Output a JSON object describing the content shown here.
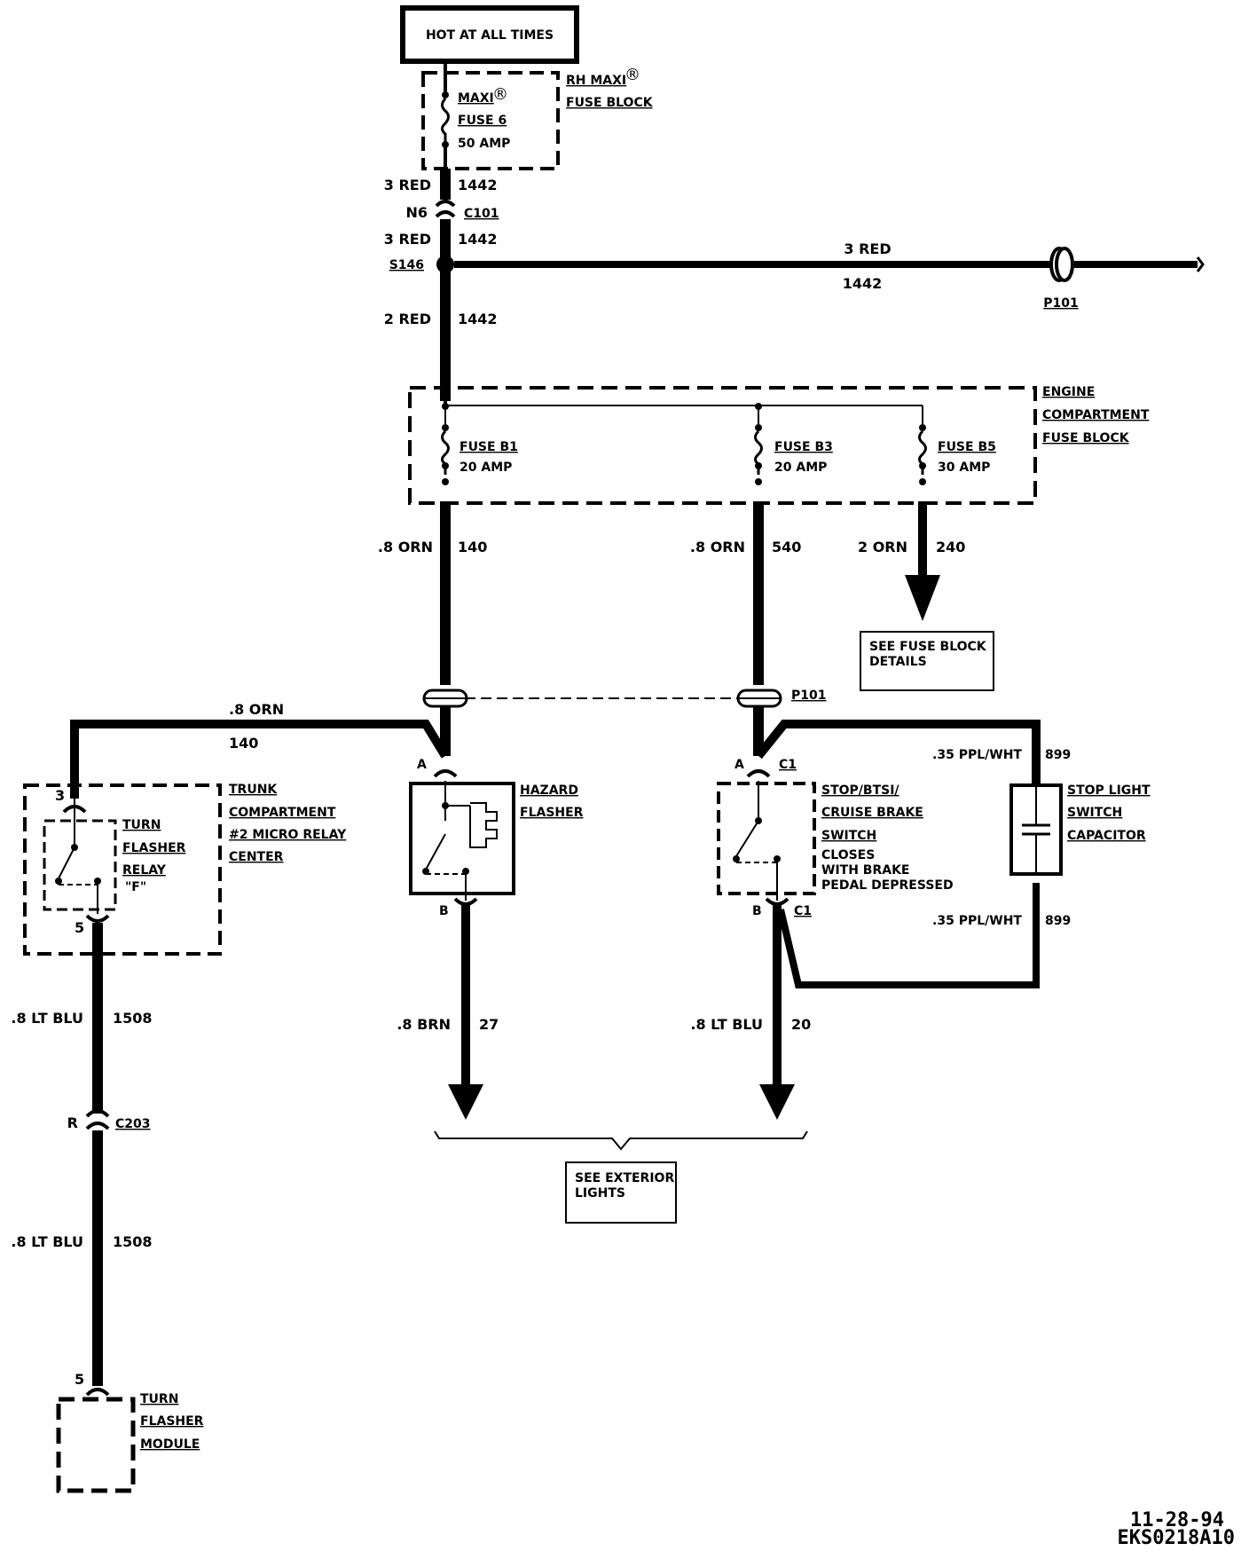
{
  "power": {
    "hot_label": "HOT AT ALL TIMES"
  },
  "maxi_fuse": {
    "maxi_text": "MAXI",
    "reg_mark": "®",
    "fuse_name": "FUSE 6",
    "rating": "50 AMP",
    "block_line1": "RH MAXI",
    "block_line2": "FUSE BLOCK"
  },
  "main_feed": {
    "wire_upper": "3 RED",
    "circuit_upper": "1442",
    "connector_pin": "N6",
    "connector": "C101",
    "wire_mid": "3 RED",
    "circuit_mid": "1442",
    "splice": "S146",
    "wire_lower": "2 RED",
    "circuit_lower": "1442"
  },
  "branch_right": {
    "wire": "3 RED",
    "circuit": "1442",
    "connector": "P101"
  },
  "engine_fuse_block": {
    "title": [
      "ENGINE",
      "COMPARTMENT",
      "FUSE BLOCK"
    ],
    "fuses": [
      {
        "name": "FUSE B1",
        "rating": "20 AMP"
      },
      {
        "name": "FUSE B3",
        "rating": "20 AMP"
      },
      {
        "name": "FUSE B5",
        "rating": "30 AMP"
      }
    ]
  },
  "outputs": [
    {
      "wire": ".8 ORN",
      "circuit": "140"
    },
    {
      "wire": ".8 ORN",
      "circuit": "540"
    },
    {
      "wire": "2 ORN",
      "circuit": "240"
    }
  ],
  "fuse_block_details": [
    "SEE FUSE BLOCK",
    "DETAILS"
  ],
  "p101_label": "P101",
  "trunk_feed": {
    "wire": ".8 ORN",
    "circuit": "140"
  },
  "hazard_flasher": {
    "title": [
      "HAZARD",
      "FLASHER"
    ],
    "pin_a": "A",
    "pin_b": "B"
  },
  "stop_switch": {
    "title": [
      "STOP/BTSI/",
      "CRUISE BRAKE",
      "SWITCH"
    ],
    "note": [
      "CLOSES",
      "WITH BRAKE",
      "PEDAL DEPRESSED"
    ],
    "pin_a": "A",
    "pin_b": "B",
    "conn_top": "C1",
    "conn_bottom": "C1"
  },
  "capacitor": {
    "title": [
      "STOP LIGHT",
      "SWITCH",
      "CAPACITOR"
    ],
    "wire_top": ".35 PPL/WHT",
    "circuit_top": "899",
    "wire_bottom": ".35 PPL/WHT",
    "circuit_bottom": "899"
  },
  "relay_center": {
    "relay": [
      "TURN",
      "FLASHER",
      "RELAY",
      "\"F\""
    ],
    "center": [
      "TRUNK",
      "COMPARTMENT",
      "#2 MICRO RELAY",
      "CENTER"
    ],
    "pin_top": "3",
    "pin_bottom": "5"
  },
  "relay_out": {
    "wire_upper": ".8 LT BLU",
    "circuit_upper": "1508",
    "connector_pin": "R",
    "connector": "C203",
    "wire_lower": ".8 LT BLU",
    "circuit_lower": "1508"
  },
  "module": {
    "pin": "5",
    "title": [
      "TURN",
      "FLASHER",
      "MODULE"
    ]
  },
  "exterior_outputs": [
    {
      "wire": ".8 BRN",
      "circuit": "27"
    },
    {
      "wire": ".8 LT BLU",
      "circuit": "20"
    }
  ],
  "exterior_lights": [
    "SEE EXTERIOR",
    "LIGHTS"
  ],
  "stamp": {
    "date": "11-28-94",
    "code": "EKS0218A10"
  }
}
